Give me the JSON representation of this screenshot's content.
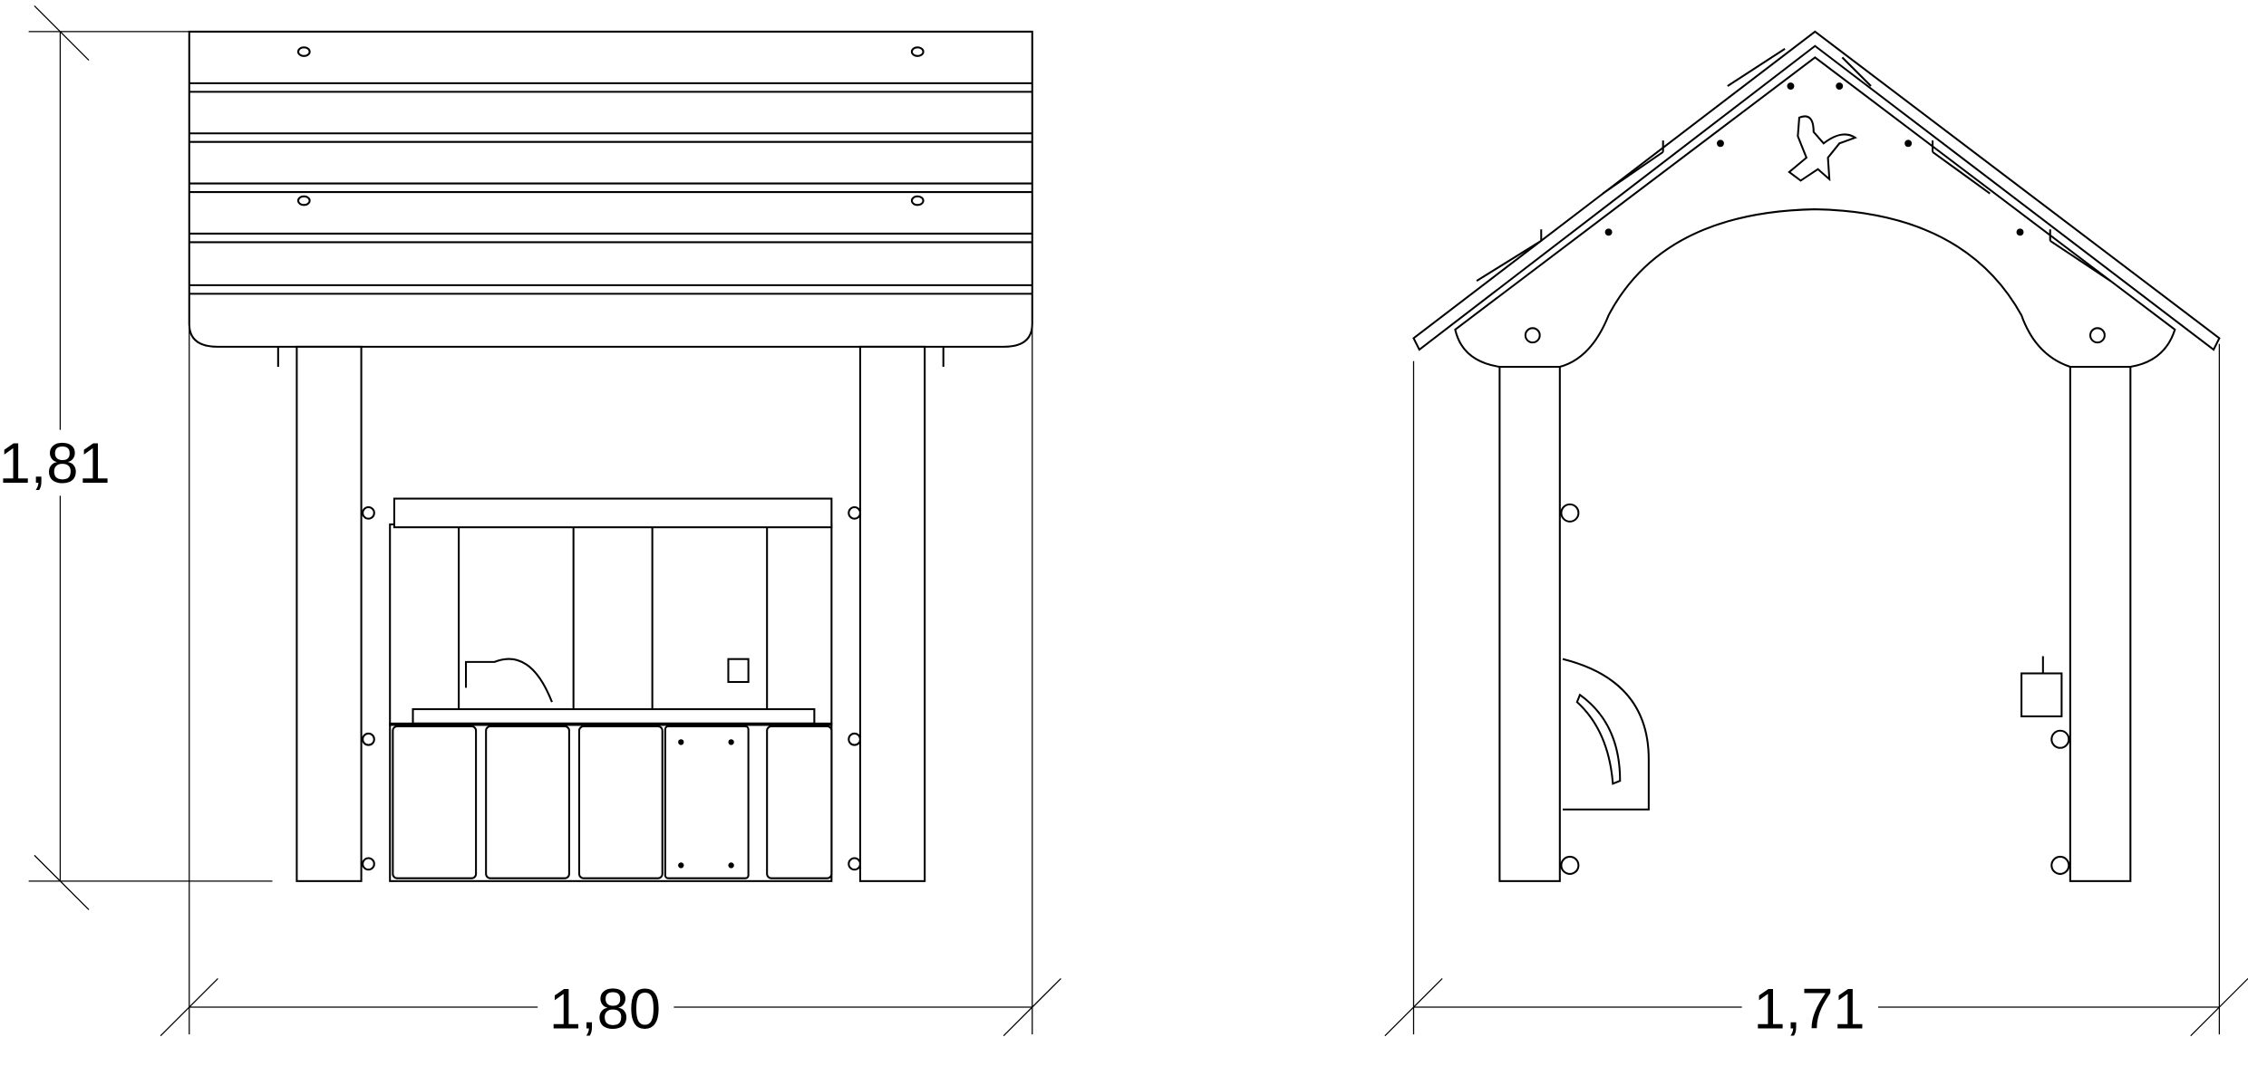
{
  "drawing": {
    "front_view": {
      "height_label": "1,81",
      "width_label": "1,80"
    },
    "side_view": {
      "width_label": "1,71"
    }
  }
}
